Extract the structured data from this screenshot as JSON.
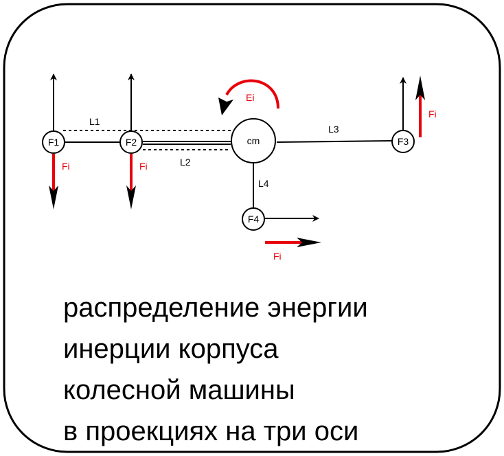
{
  "diagram": {
    "center_label": "cm",
    "nodes": {
      "f1": "F1",
      "f2": "F2",
      "f3": "F3",
      "f4": "F4"
    },
    "links": {
      "l1": "L1",
      "l2": "L2",
      "l3": "L3",
      "l4": "L4"
    },
    "inertia_force_label": "Fi",
    "inertia_moment_label": "Ei",
    "colors": {
      "inertia": "#e8000b",
      "structure": "#000000"
    }
  },
  "caption": {
    "lines": [
      "распределение энергии",
      "инерции корпуса",
      "колесной машины",
      "в проекциях на три оси"
    ]
  }
}
